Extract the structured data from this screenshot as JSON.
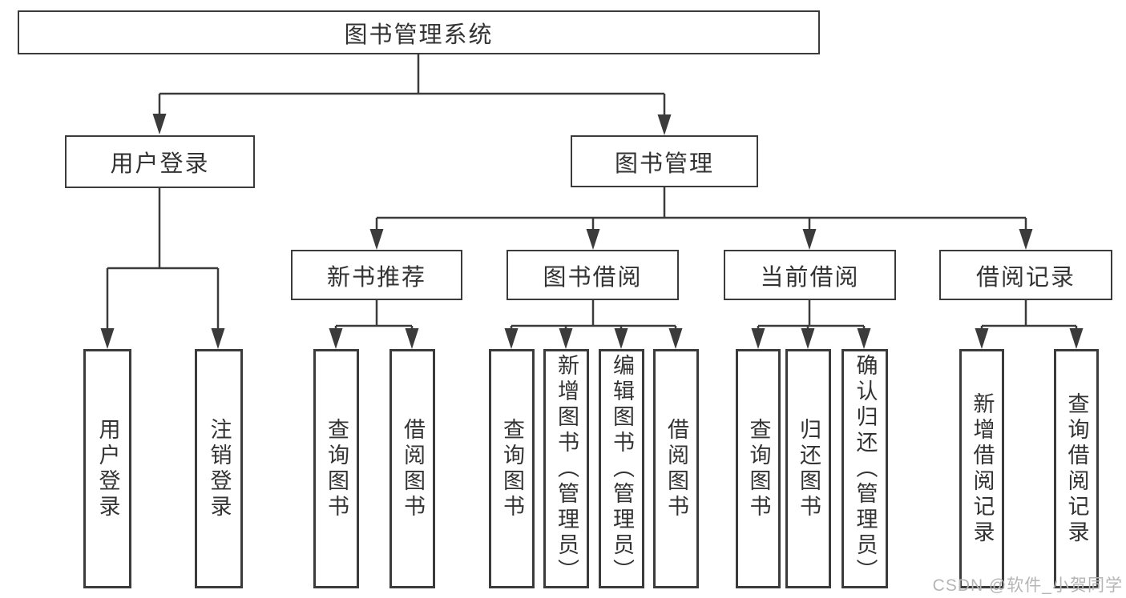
{
  "diagram_type": "hierarchy-tree",
  "title": "图书管理系统",
  "level2": {
    "user_login": "用户登录",
    "book_management": "图书管理"
  },
  "level3": {
    "new_book_recommend": "新书推荐",
    "book_borrow": "图书借阅",
    "current_borrow": "当前借阅",
    "borrow_record": "借阅记录"
  },
  "leaves": {
    "user_login": [
      "用户登录",
      "注销登录"
    ],
    "new_book_recommend": [
      "查询图书",
      "借阅图书"
    ],
    "book_borrow": [
      "查询图书",
      "新增图书（管理员）",
      "编辑图书（管理员）",
      "借阅图书"
    ],
    "current_borrow": [
      "查询图书",
      "归还图书",
      "确认归还（管理员）"
    ],
    "borrow_record": [
      "新增借阅记录",
      "查询借阅记录"
    ]
  },
  "watermark": "CSDN @软件_小贺同学",
  "colors": {
    "line": "#3b3b3b",
    "text": "#333333",
    "background": "#ffffff",
    "watermark": "#b5b5b5"
  }
}
